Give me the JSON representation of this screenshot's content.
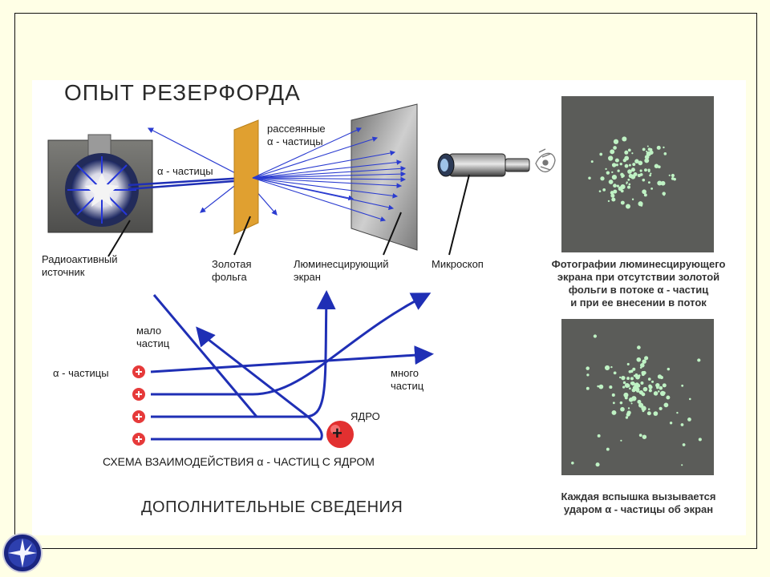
{
  "slide": {
    "title": "ОПЫТ РЕЗЕРФОРДА",
    "subtitle": "ДОПОЛНИТЕЛЬНЫЕ СВЕДЕНИЯ",
    "colors": {
      "background": "#FFFFE6",
      "panel": "#FFFFFF",
      "beam": "#1F2FB5",
      "foil": "#E0A030",
      "flash": "#BFF2C4",
      "photo_bg": "#5B5C59"
    }
  },
  "apparatus": {
    "scattered_label_line1": "рассеянные",
    "scattered_label_line2": "α - частицы",
    "alpha_label": "α - частицы",
    "source_label_line1": "Радиоактивный",
    "source_label_line2": "источник",
    "foil_label_line1": "Золотая",
    "foil_label_line2": "фольга",
    "screen_label_line1": "Люминесцирующий",
    "screen_label_line2": "экран",
    "microscope_label": "Микроскоп"
  },
  "scheme": {
    "few_label_line1": "мало",
    "few_label_line2": "частиц",
    "alpha_label": "α - частицы",
    "many_label_line1": "много",
    "many_label_line2": "частиц",
    "nucleus_label": "ЯДРО",
    "plus_sign": "+",
    "caption": "СХЕМА ВЗАИМОДЕЙСТВИЯ  α - ЧАСТИЦ С ЯДРОМ"
  },
  "photos": {
    "caption_top": [
      "Фотографии люминесцирующего",
      "экрана при отсутствии золотой",
      "фольги в потоке α - частиц",
      "и при ее внесении в поток"
    ],
    "caption_bottom": [
      "Каждая вспышка вызывается",
      "ударом α - частицы об экран"
    ]
  },
  "icons": {
    "corner_logo": "star-compass-icon",
    "eye": "eye-icon"
  }
}
